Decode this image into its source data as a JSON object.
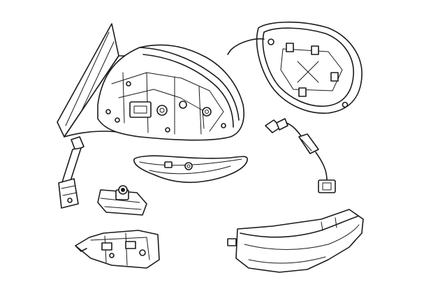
{
  "diagram": {
    "style": "monochrome line-art exploded parts diagram",
    "background": "#ffffff",
    "ink": "#1a1a1a",
    "parts": [
      {
        "id": "mirror-assembly",
        "label": ""
      },
      {
        "id": "mirror-glass",
        "label": ""
      },
      {
        "id": "wire-harness",
        "label": ""
      },
      {
        "id": "turn-signal-lamp",
        "label": ""
      },
      {
        "id": "mounting-bolt",
        "label": ""
      },
      {
        "id": "base-cover",
        "label": ""
      },
      {
        "id": "mounting-bracket",
        "label": ""
      },
      {
        "id": "signal-lamp-housing",
        "label": ""
      }
    ]
  }
}
